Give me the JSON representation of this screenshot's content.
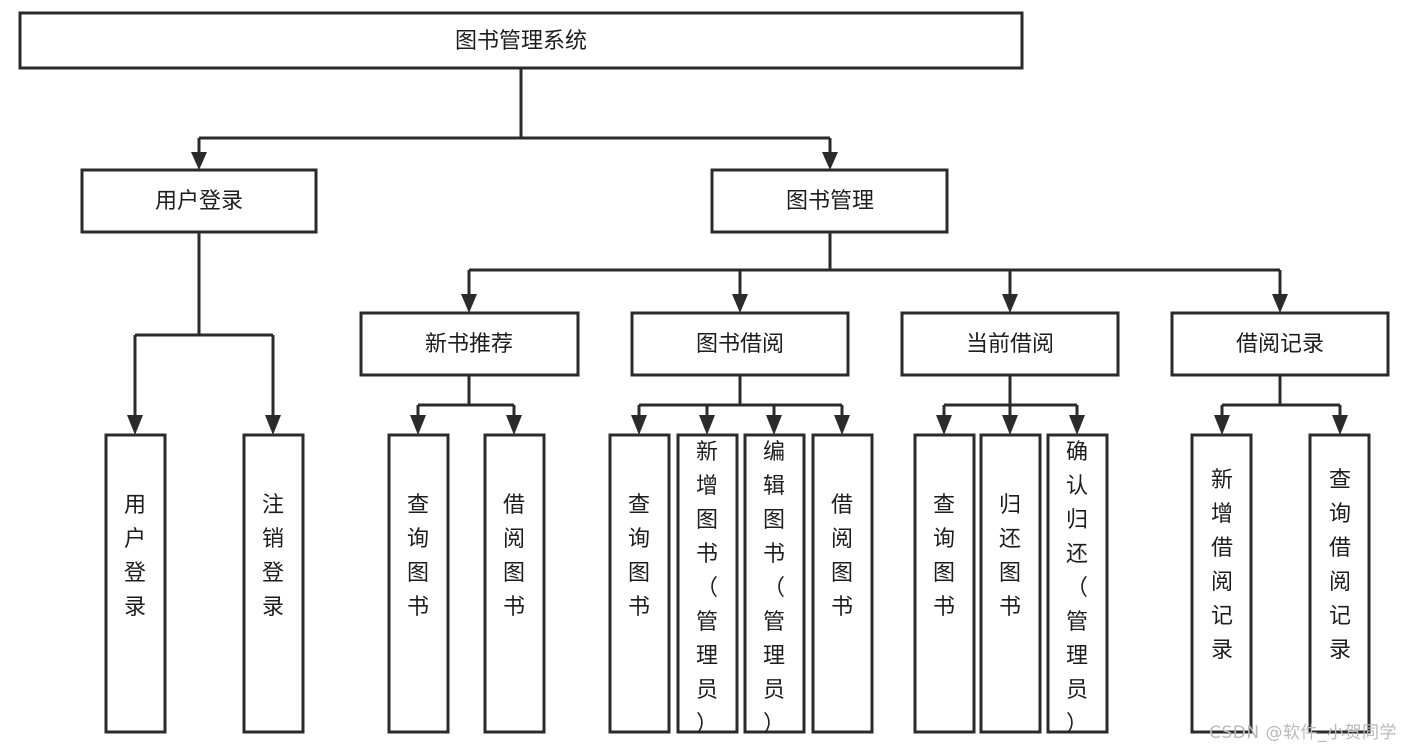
{
  "diagram": {
    "type": "tree",
    "title": "图书管理系统",
    "orientation": "top-down",
    "colors": {
      "box_stroke": "#2b2b2b",
      "box_fill": "#ffffff",
      "connector": "#2b2b2b",
      "text": "#1d1d1d",
      "watermark": "#b9b9b9",
      "background": "#ffffff"
    },
    "root": {
      "id": "root",
      "label": "图书管理系统"
    },
    "level1": [
      {
        "id": "user-login",
        "label": "用户登录"
      },
      {
        "id": "book-management",
        "label": "图书管理"
      }
    ],
    "level2": [
      {
        "id": "new-book-recommend",
        "label": "新书推荐",
        "parent": "book-management"
      },
      {
        "id": "book-borrow",
        "label": "图书借阅",
        "parent": "book-management"
      },
      {
        "id": "current-borrow",
        "label": "当前借阅",
        "parent": "book-management"
      },
      {
        "id": "borrow-record",
        "label": "借阅记录",
        "parent": "book-management"
      }
    ],
    "leaves": [
      {
        "id": "leaf-user-login",
        "label": "用户登录",
        "parent": "user-login"
      },
      {
        "id": "leaf-logout-login",
        "label": "注销登录",
        "parent": "user-login"
      },
      {
        "id": "leaf-query-book-1",
        "label": "查询图书",
        "parent": "new-book-recommend"
      },
      {
        "id": "leaf-borrow-book-1",
        "label": "借阅图书",
        "parent": "new-book-recommend"
      },
      {
        "id": "leaf-query-book-2",
        "label": "查询图书",
        "parent": "book-borrow"
      },
      {
        "id": "leaf-add-book",
        "label": "新增图书（管理员）",
        "parent": "book-borrow"
      },
      {
        "id": "leaf-edit-book",
        "label": "编辑图书（管理员）",
        "parent": "book-borrow"
      },
      {
        "id": "leaf-borrow-book-2",
        "label": "借阅图书",
        "parent": "book-borrow"
      },
      {
        "id": "leaf-query-book-3",
        "label": "查询图书",
        "parent": "current-borrow"
      },
      {
        "id": "leaf-return-book",
        "label": "归还图书",
        "parent": "current-borrow"
      },
      {
        "id": "leaf-confirm-return",
        "label": "确认归还（管理员）",
        "parent": "current-borrow"
      },
      {
        "id": "leaf-add-record",
        "label": "新增借阅记录",
        "parent": "borrow-record"
      },
      {
        "id": "leaf-query-record",
        "label": "查询借阅记录",
        "parent": "borrow-record"
      }
    ]
  },
  "watermark": {
    "text": "CSDN @软件_小贺同学"
  }
}
